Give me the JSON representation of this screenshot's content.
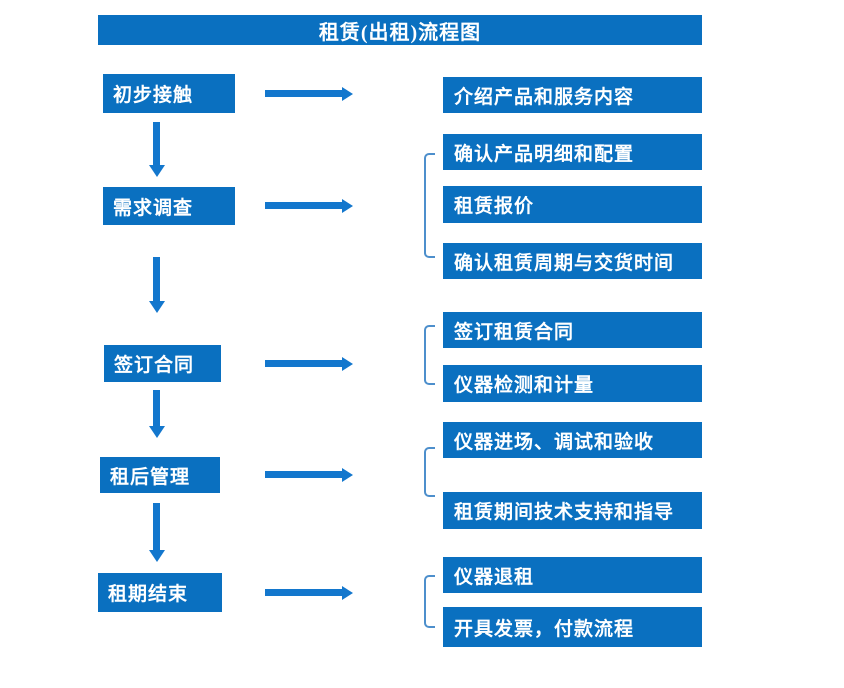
{
  "title": "租赁(出租)流程图",
  "colors": {
    "box_blue": "#0a70c0",
    "arrow_blue": "#1377cd",
    "bracket_blue": "#4d8fcc",
    "text_white": "#ffffff",
    "background": "#ffffff"
  },
  "steps": [
    {
      "label": "初步接触",
      "outputs": [
        "介绍产品和服务内容"
      ]
    },
    {
      "label": "需求调查",
      "outputs": [
        "确认产品明细和配置",
        "租赁报价",
        "确认租赁周期与交货时间"
      ]
    },
    {
      "label": "签订合同",
      "outputs": [
        "签订租赁合同",
        "仪器检测和计量"
      ]
    },
    {
      "label": "租后管理",
      "outputs": [
        "仪器进场、调试和验收",
        "租赁期间技术支持和指导"
      ]
    },
    {
      "label": "租期结束",
      "outputs": [
        "仪器退租",
        "开具发票，付款流程"
      ]
    }
  ]
}
